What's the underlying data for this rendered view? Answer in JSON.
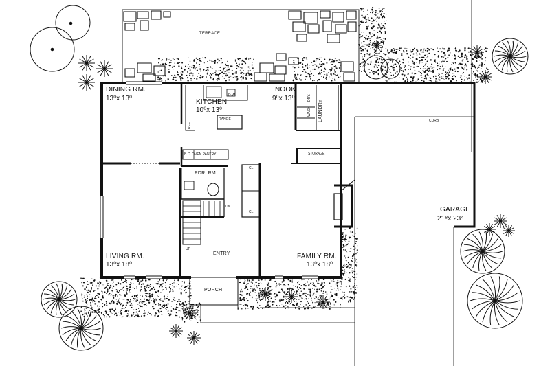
{
  "rooms": {
    "terrace": "TERRACE",
    "dining": {
      "name": "DINING RM.",
      "dim": "13⁰x 13⁰"
    },
    "kitchen": {
      "name": "KITCHEN",
      "dim": "10⁰x 13⁰"
    },
    "nook": {
      "name": "NOOK",
      "dim": "9⁰x 13⁰"
    },
    "laundry": "LAUNDRY",
    "storage": "STORAGE",
    "pdr": "PDR. RM.",
    "living": {
      "name": "LIVING RM.",
      "dim": "13⁰x 18⁰"
    },
    "entry": "ENTRY",
    "family": {
      "name": "FAMILY RM.",
      "dim": "13⁰x 18⁰"
    },
    "porch": "PORCH",
    "garage": {
      "name": "GARAGE",
      "dim": "21⁸x 23⁴"
    }
  },
  "labels": {
    "curb": "CURB",
    "range": "RANGE",
    "oven_pantry": "B.C. OVEN PANTRY",
    "cl_upper": "CL",
    "cl_lower": "CL",
    "dn": "DN.",
    "up": "UP",
    "ref": "REF",
    "dw": "D.W.",
    "dryer": "DRY.",
    "wash": "WASH"
  },
  "colors": {
    "line": "#111111",
    "paper": "#ffffff"
  }
}
